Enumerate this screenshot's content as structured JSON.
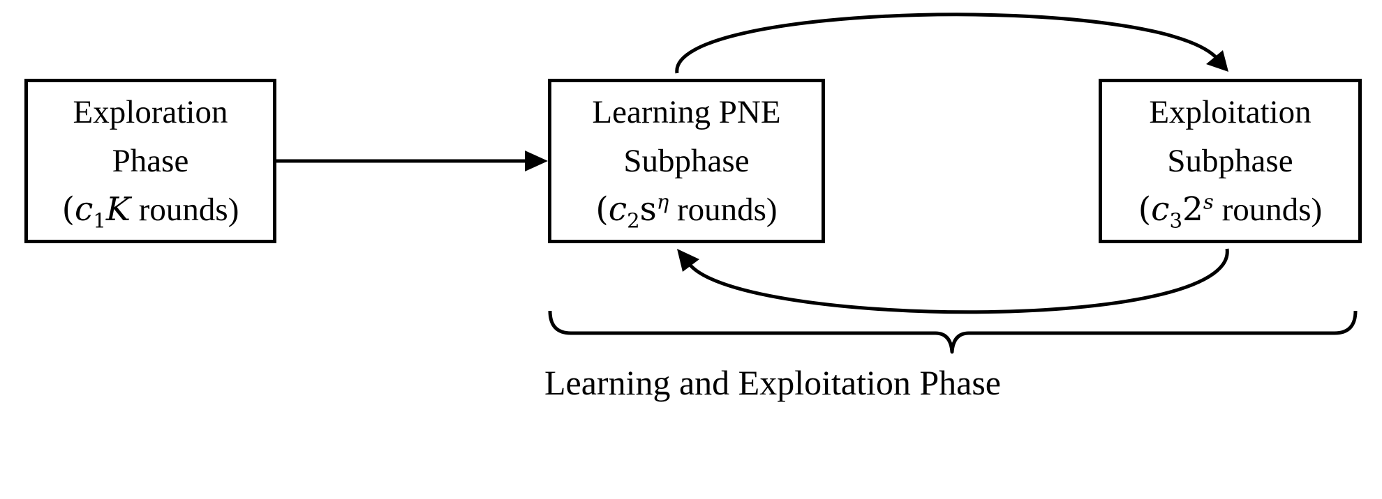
{
  "boxes": {
    "exploration": {
      "line1": "Exploration",
      "line2": "Phase",
      "var": "c",
      "sub": "1",
      "param": "K",
      "rounds": "rounds"
    },
    "learning_pne": {
      "line1": "Learning PNE",
      "line2": "Subphase",
      "var": "c",
      "sub": "2",
      "base": "s",
      "exp": "η",
      "rounds": "rounds"
    },
    "exploitation": {
      "line1": "Exploitation",
      "line2": "Subphase",
      "var": "c",
      "sub": "3",
      "base": "2",
      "exp": "s",
      "rounds": "rounds"
    }
  },
  "brace_label": "Learning and Exploitation Phase"
}
